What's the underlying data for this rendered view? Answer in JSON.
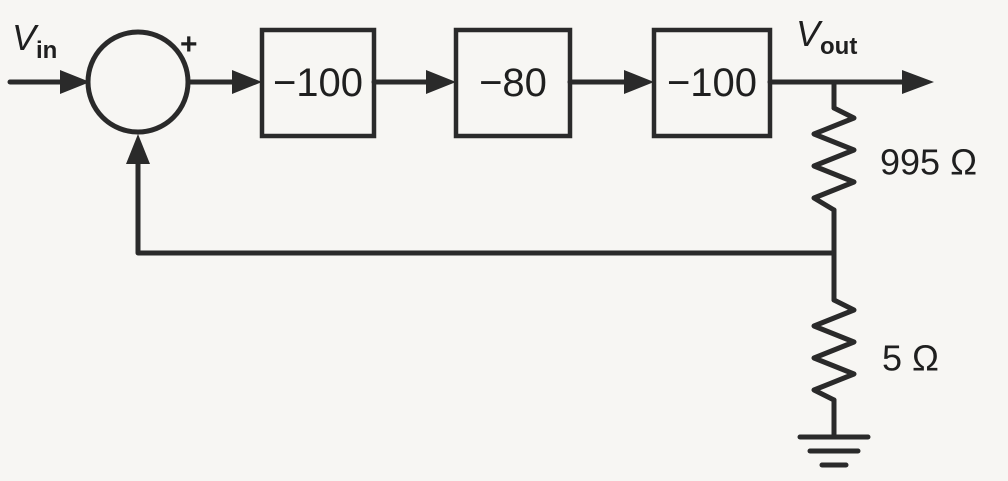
{
  "input": {
    "symbol": "V",
    "subscript": "in"
  },
  "output": {
    "symbol": "V",
    "subscript": "out"
  },
  "summer": {
    "plus_sign": "+"
  },
  "blocks": [
    {
      "gain": "−100"
    },
    {
      "gain": "−80"
    },
    {
      "gain": "−100"
    }
  ],
  "resistors": {
    "top": {
      "label": "995 Ω"
    },
    "bottom": {
      "label": "5 Ω"
    }
  }
}
